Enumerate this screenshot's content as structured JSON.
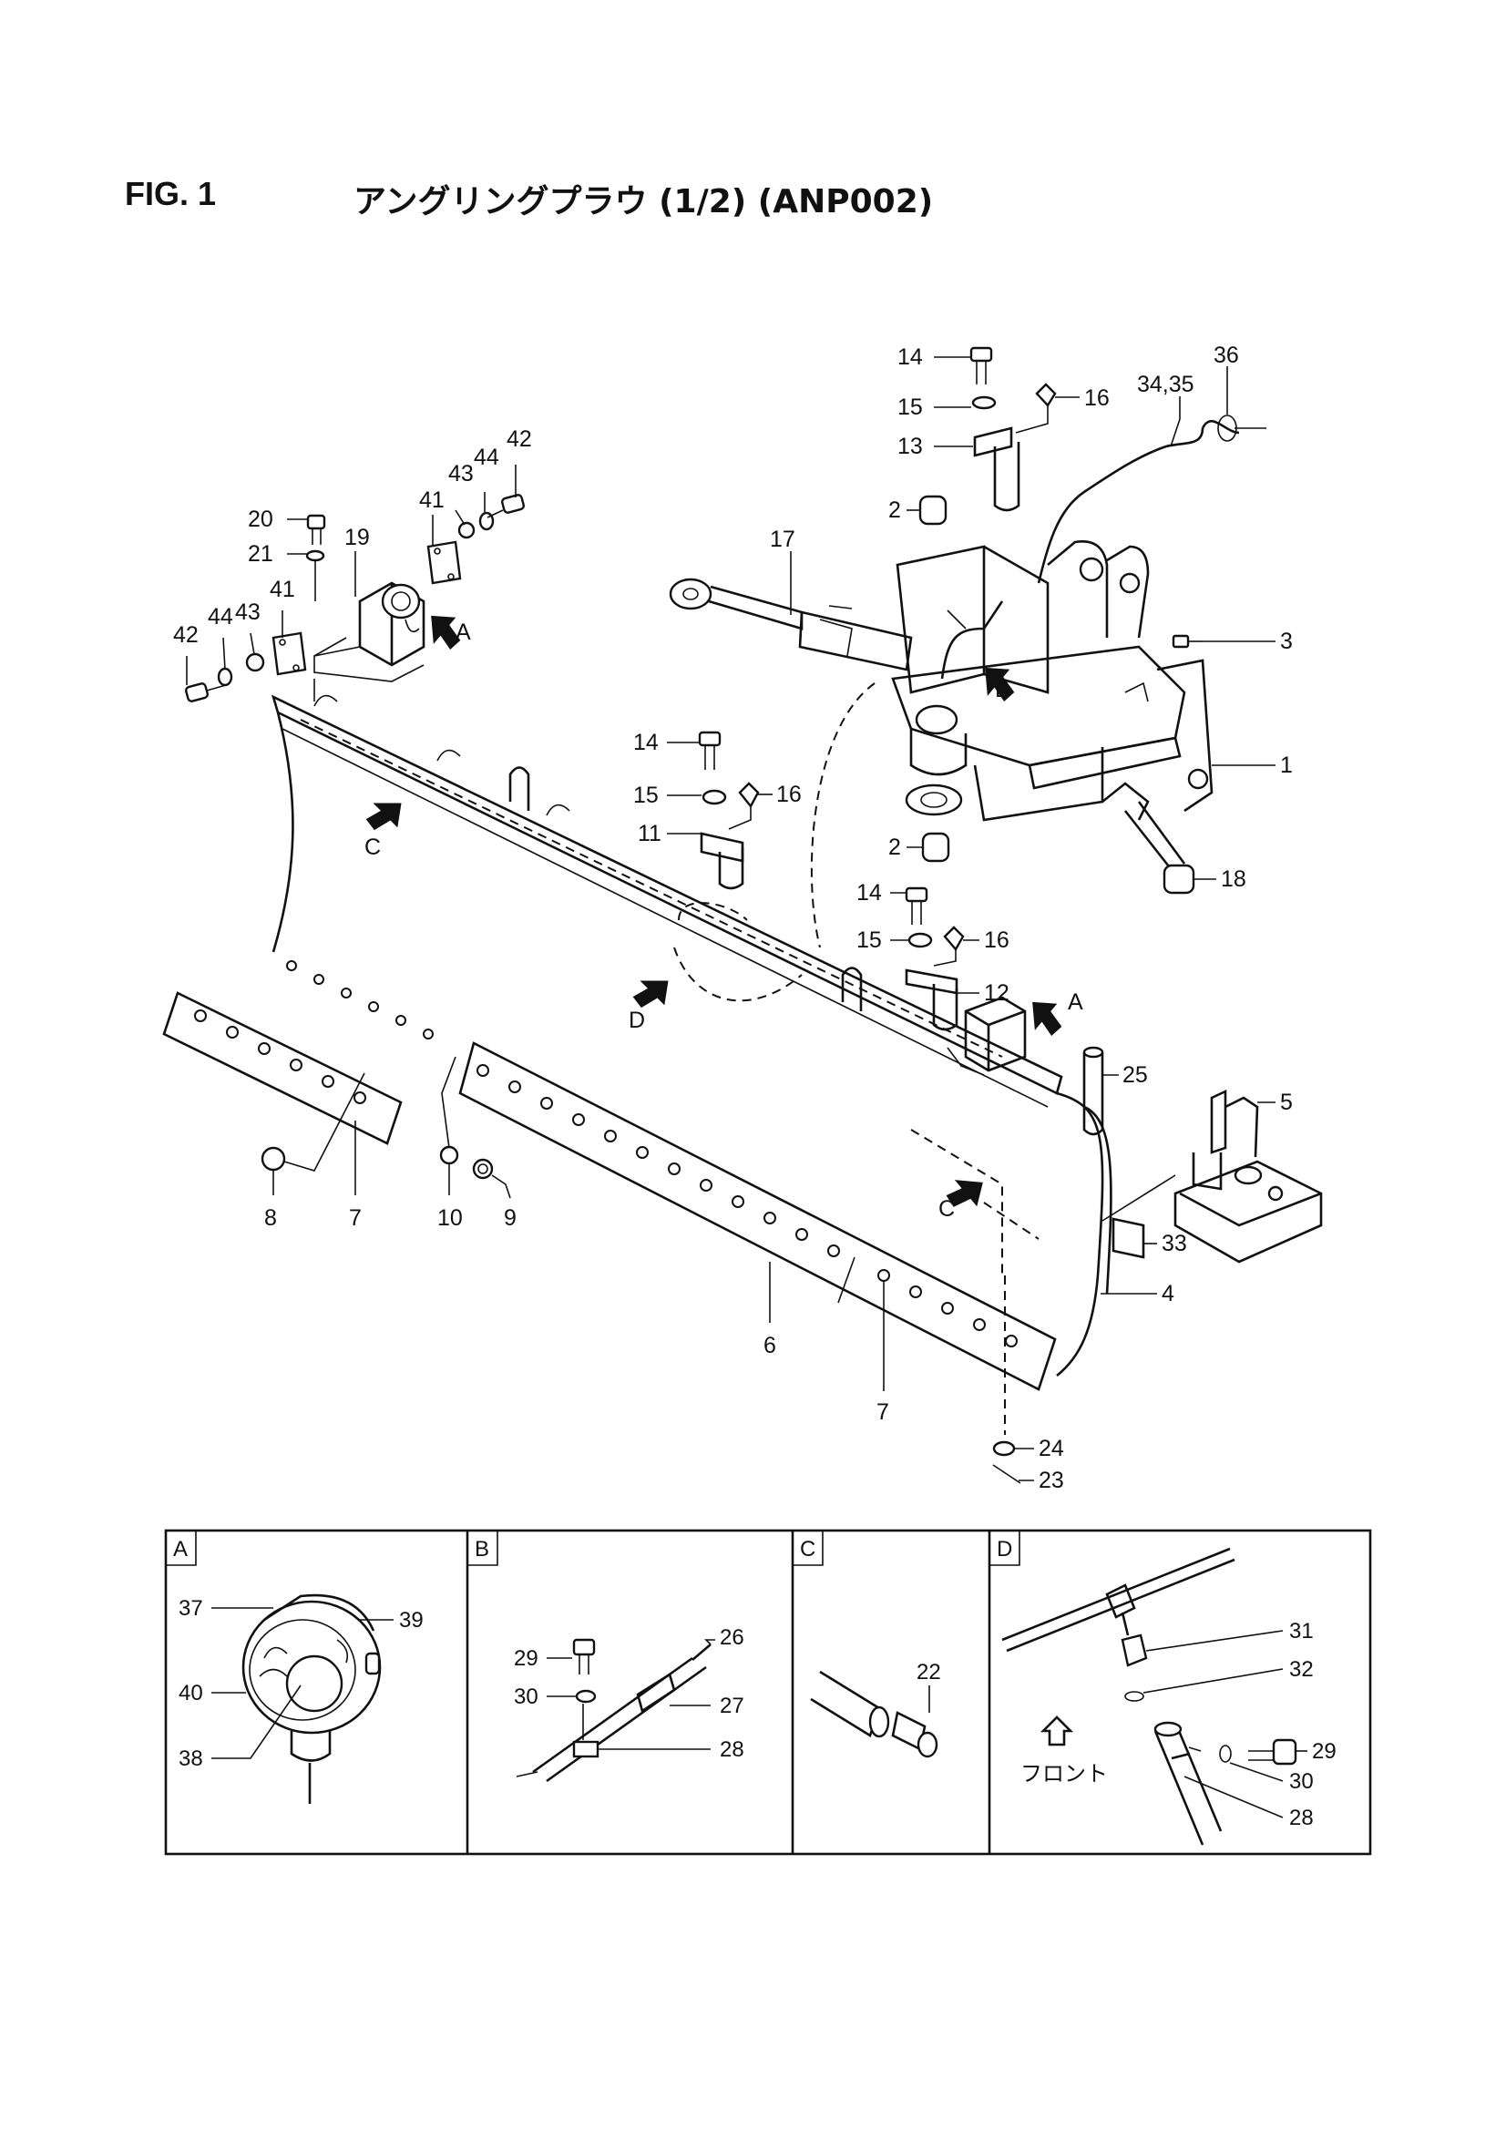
{
  "figure": {
    "number": "FIG. 1",
    "title": "アングリングプラウ (1/2) (ANP002)"
  },
  "callouts": [
    {
      "id": "c1",
      "text": "14"
    },
    {
      "id": "c2",
      "text": "15"
    },
    {
      "id": "c3",
      "text": "16"
    },
    {
      "id": "c4",
      "text": "13"
    },
    {
      "id": "c5",
      "text": "34,35"
    },
    {
      "id": "c6",
      "text": "36"
    },
    {
      "id": "c7",
      "text": "2"
    },
    {
      "id": "c8",
      "text": "17"
    },
    {
      "id": "c9",
      "text": "3"
    },
    {
      "id": "c10",
      "text": "1"
    },
    {
      "id": "c11",
      "text": "2"
    },
    {
      "id": "c12",
      "text": "18"
    },
    {
      "id": "c13",
      "text": "14"
    },
    {
      "id": "c14",
      "text": "15"
    },
    {
      "id": "c15",
      "text": "16"
    },
    {
      "id": "c16",
      "text": "11"
    },
    {
      "id": "c17",
      "text": "14"
    },
    {
      "id": "c18",
      "text": "15"
    },
    {
      "id": "c19",
      "text": "16"
    },
    {
      "id": "c20",
      "text": "12"
    },
    {
      "id": "c21",
      "text": "25"
    },
    {
      "id": "c22",
      "text": "5"
    },
    {
      "id": "c23",
      "text": "20"
    },
    {
      "id": "c24",
      "text": "21"
    },
    {
      "id": "c25",
      "text": "19"
    },
    {
      "id": "c26",
      "text": "41"
    },
    {
      "id": "c27",
      "text": "43"
    },
    {
      "id": "c28",
      "text": "44"
    },
    {
      "id": "c29",
      "text": "42"
    },
    {
      "id": "c30",
      "text": "42"
    },
    {
      "id": "c31",
      "text": "44"
    },
    {
      "id": "c32",
      "text": "43"
    },
    {
      "id": "c33",
      "text": "41"
    },
    {
      "id": "c34",
      "text": "8"
    },
    {
      "id": "c35",
      "text": "7"
    },
    {
      "id": "c36",
      "text": "10"
    },
    {
      "id": "c37",
      "text": "9"
    },
    {
      "id": "c38",
      "text": "6"
    },
    {
      "id": "c39",
      "text": "7"
    },
    {
      "id": "c40",
      "text": "33"
    },
    {
      "id": "c41",
      "text": "4"
    },
    {
      "id": "c42",
      "text": "24"
    },
    {
      "id": "c43",
      "text": "23"
    }
  ],
  "view_markers": [
    {
      "id": "m1",
      "text": "A"
    },
    {
      "id": "m2",
      "text": "B"
    },
    {
      "id": "m3",
      "text": "C"
    },
    {
      "id": "m4",
      "text": "D"
    },
    {
      "id": "m5",
      "text": "A"
    },
    {
      "id": "m6",
      "text": "C"
    }
  ],
  "detail_panels": [
    {
      "letter": "A",
      "labels": [
        "37",
        "39",
        "40",
        "38"
      ]
    },
    {
      "letter": "B",
      "labels": [
        "29",
        "26",
        "30",
        "27",
        "28"
      ]
    },
    {
      "letter": "C",
      "labels": [
        "22"
      ]
    },
    {
      "letter": "D",
      "labels": [
        "31",
        "32",
        "29",
        "30",
        "28"
      ],
      "front_label": "フロント"
    }
  ]
}
